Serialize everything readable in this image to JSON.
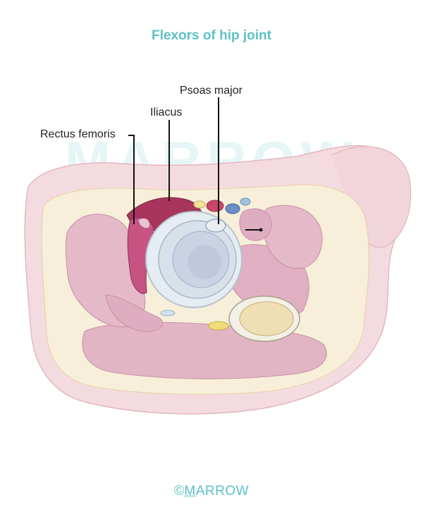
{
  "title": "Flexors of hip joint",
  "labels": {
    "psoas_major": "Psoas major",
    "iliacus": "Iliacus",
    "rectus_femoris": "Rectus femoris"
  },
  "watermark": "MARROW",
  "footer": {
    "copyright": "©",
    "brand_first": "M",
    "brand_rest": "ARROW"
  },
  "colors": {
    "title": "#5bc2c8",
    "muscle": "#e3b7c6",
    "iliacus": "#a6345a",
    "fat": "#f6eed8",
    "skin": "#f3d8dc"
  }
}
